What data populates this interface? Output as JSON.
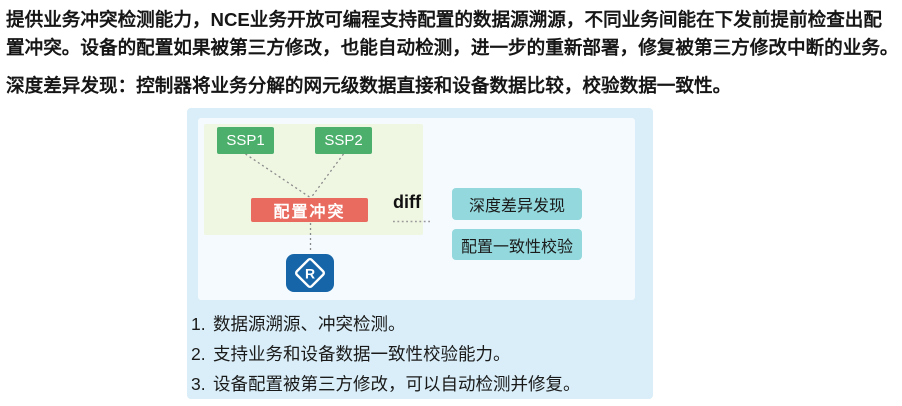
{
  "page": {
    "intro_lines": [
      "提供业务冲突检测能力，NCE业务开放可编程支持配置的数据源溯源，不同业务间能在下发前提前检查出配",
      "置冲突。设备的配置如果被第三方修改，也能自动检测，进一步的重新部署，修复被第三方修改中断的业务。"
    ],
    "subtitle": "深度差异发现：控制器将业务分解的网元级数据直接和设备数据比较，校验数据一致性。"
  },
  "diagram": {
    "ssp1": "SSP1",
    "ssp2": "SSP2",
    "conflict": "配置冲突",
    "diff": "diff",
    "results": [
      "深度差异发现",
      "配置一致性校验"
    ],
    "router_letter": "R",
    "colors": {
      "panel_bg": "#d9eef8",
      "inner_bg": "#f4fafd",
      "group_bg": "#eff6e2",
      "ssp_green": "#4caf6c",
      "conflict_red": "#e96a5e",
      "result_teal": "#92d8dd",
      "router_blue": "#1565a8",
      "connector_gray": "#8a8a8a"
    }
  },
  "list": {
    "items": [
      {
        "num": "1.",
        "text": "数据源溯源、冲突检测。"
      },
      {
        "num": "2.",
        "text": "支持业务和设备数据一致性校验能力。"
      },
      {
        "num": "3.",
        "text": "设备配置被第三方修改，可以自动检测并修复。"
      }
    ]
  }
}
